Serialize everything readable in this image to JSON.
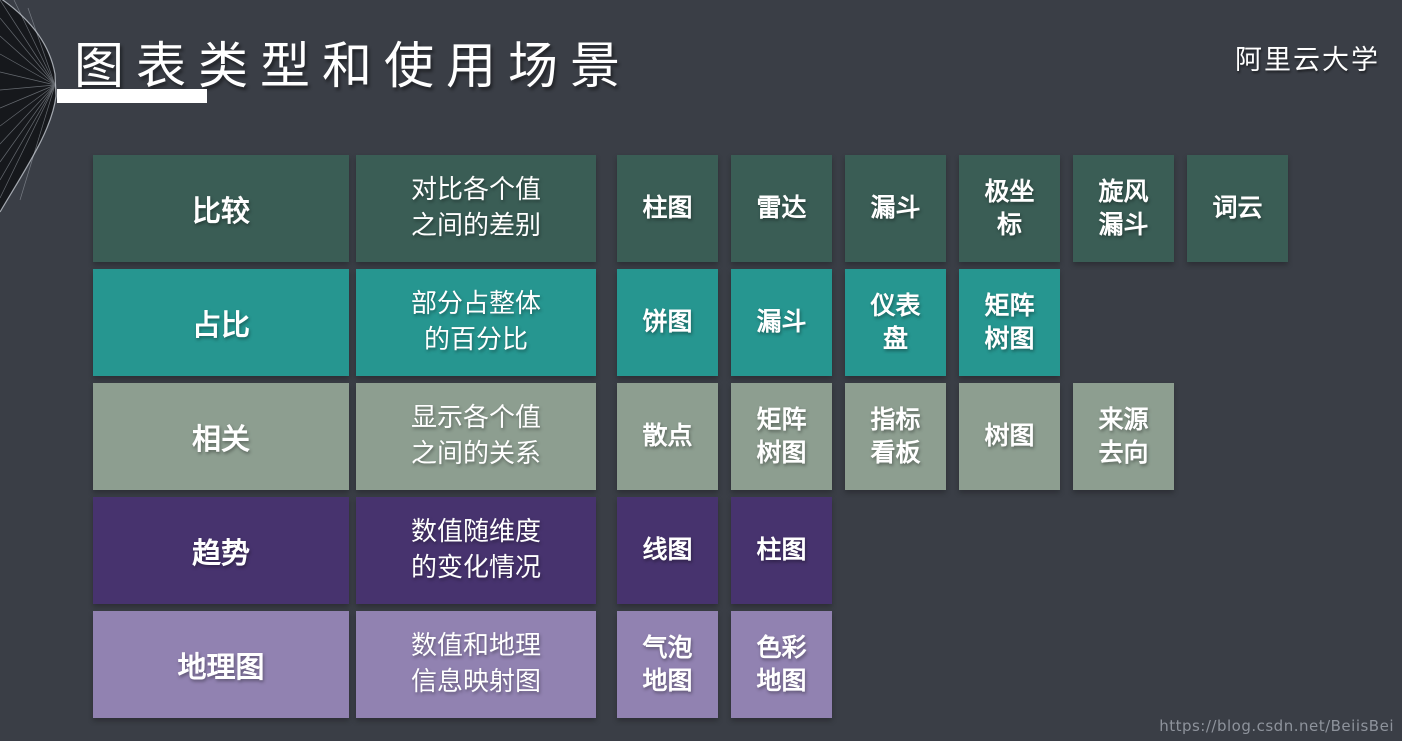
{
  "slide": {
    "title": "图表类型和使用场景",
    "brand": "阿里云大学",
    "watermark": "https://blog.csdn.net/BeiisBei"
  },
  "colors": {
    "background": "#3a3e46",
    "title_text": "#ffffff",
    "underline": "#ffffff",
    "watermark_text": "#8e939c",
    "row_compare": "#3a5d55",
    "row_proportion": "#269690",
    "row_correlation": "#8d9e90",
    "row_trend": "#47336e",
    "row_geo": "#9182b1"
  },
  "table": {
    "rows": [
      {
        "category": "比较",
        "description": "对比各个值之间的差别",
        "color": "#3a5d55",
        "charts": [
          "柱图",
          "雷达",
          "漏斗",
          "极坐标",
          "旋风漏斗",
          "词云"
        ]
      },
      {
        "category": "占比",
        "description": "部分占整体的百分比",
        "color": "#269690",
        "charts": [
          "饼图",
          "漏斗",
          "仪表盘",
          "矩阵树图"
        ]
      },
      {
        "category": "相关",
        "description": "显示各个值之间的关系",
        "color": "#8d9e90",
        "charts": [
          "散点",
          "矩阵树图",
          "指标看板",
          "树图",
          "来源去向"
        ]
      },
      {
        "category": "趋势",
        "description": "数值随维度的变化情况",
        "color": "#47336e",
        "charts": [
          "线图",
          "柱图"
        ]
      },
      {
        "category": "地理图",
        "description": "数值和地理信息映射图",
        "color": "#9182b1",
        "charts": [
          "气泡地图",
          "色彩地图"
        ]
      }
    ]
  }
}
